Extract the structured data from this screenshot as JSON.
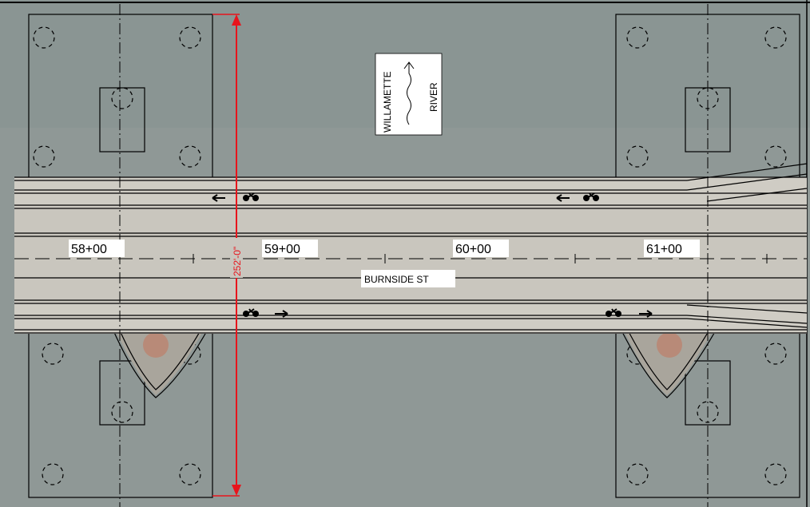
{
  "drawing": {
    "river_label_1": "WILLAMETTE",
    "river_label_2": "RIVER",
    "street_label": "BURNSIDE ST",
    "dimension_label": "252'-0\"",
    "stations": [
      "58+00",
      "59+00",
      "60+00",
      "61+00"
    ],
    "bike_lane_icons": [
      "bicycle-westbound-icon",
      "bicycle-eastbound-icon"
    ],
    "colors": {
      "water": "#8a9593",
      "deck": "#cfccc4",
      "dimension": "#e8141c"
    }
  }
}
